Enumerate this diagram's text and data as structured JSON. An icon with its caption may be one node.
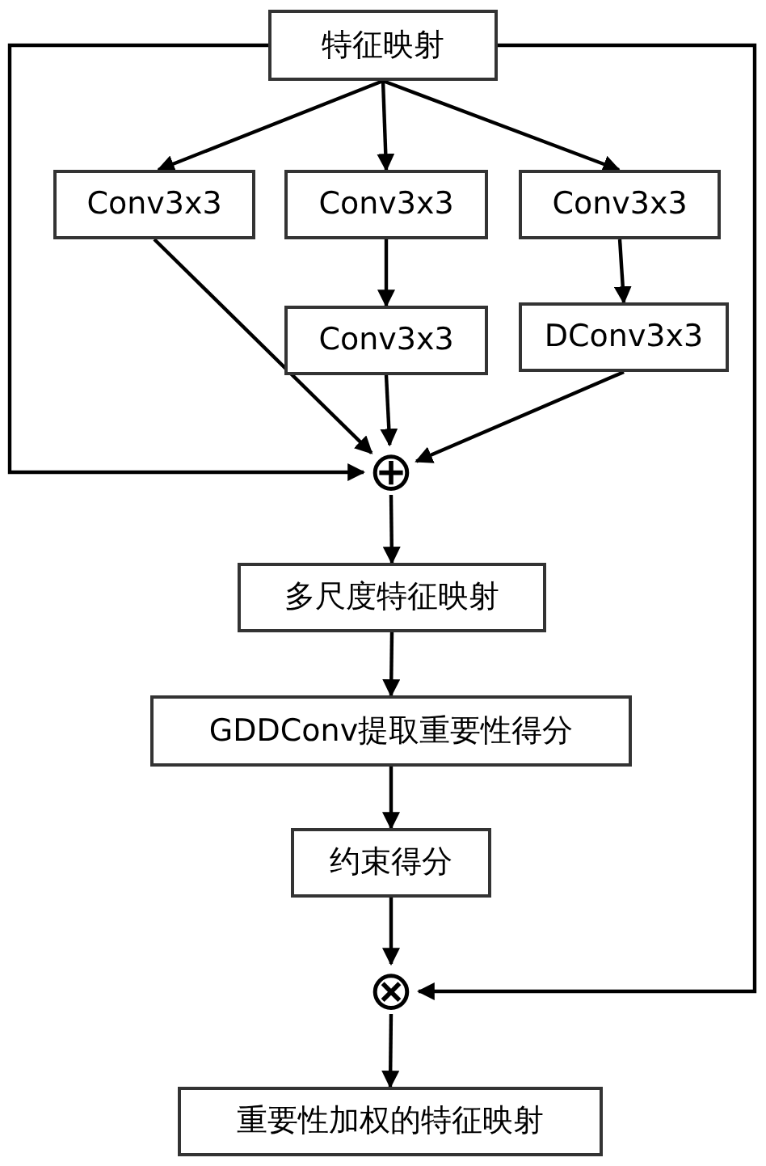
{
  "diagram": {
    "nodes": [
      {
        "text": [
          "特征映射"
        ]
      },
      {
        "text": [
          "Conv3x3"
        ]
      },
      {
        "text": [
          "Conv3x3"
        ]
      },
      {
        "text": [
          "Conv3x3"
        ]
      },
      {
        "text": [
          "Conv3x3"
        ]
      },
      {
        "text": [
          "DConv3x3"
        ]
      },
      {
        "text": [
          "⊕"
        ]
      },
      {
        "text": [
          "多尺度特征映射"
        ]
      },
      {
        "text": [
          "GDDConv提取重要性得分"
        ]
      },
      {
        "text": [
          "约束得分"
        ]
      },
      {
        "text": [
          "⊗"
        ]
      },
      {
        "text": [
          "重要性加权的特征映射"
        ]
      }
    ],
    "edges": [
      {
        "from": 0,
        "to": 1,
        "arrow": "to"
      },
      {
        "from": 0,
        "to": 2,
        "arrow": "to"
      },
      {
        "from": 0,
        "to": 3,
        "arrow": "to"
      },
      {
        "from": 1,
        "to": 6,
        "arrow": "to"
      },
      {
        "from": 2,
        "to": 4,
        "arrow": "to"
      },
      {
        "from": 3,
        "to": 5,
        "arrow": "to"
      },
      {
        "from": 4,
        "to": 6,
        "arrow": "to"
      },
      {
        "from": 5,
        "to": 6,
        "arrow": "to"
      },
      {
        "from": 0,
        "to": 6,
        "arrow": "to"
      },
      {
        "from": 6,
        "to": 7,
        "arrow": "to"
      },
      {
        "from": 7,
        "to": 8,
        "arrow": "to"
      },
      {
        "from": 8,
        "to": 9,
        "arrow": "to"
      },
      {
        "from": 9,
        "to": 10,
        "arrow": "to"
      },
      {
        "from": 0,
        "to": 10,
        "arrow": "to"
      },
      {
        "from": 10,
        "to": 11,
        "arrow": "to"
      }
    ]
  }
}
